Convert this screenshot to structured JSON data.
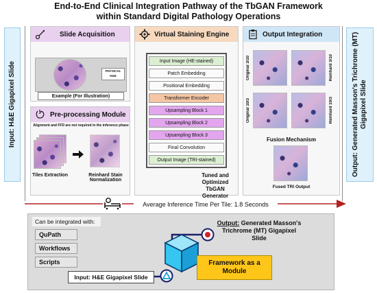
{
  "title": {
    "line1": "End-to-End Clinical Integration Pathway of the TbGAN Framework",
    "line2": "within Standard Digital Pathology Operations"
  },
  "side": {
    "input": "Input: H&E Gigapixel Slide",
    "output": "Output: Generated Masson's Trichrome (MT) Gigapixel Slide"
  },
  "acquisition": {
    "header": "Slide Acquisition",
    "slide_label": "PHYSICAL H&E",
    "caption": "Example (For Illustration)"
  },
  "preprocessing": {
    "header": "Pre-processing Module",
    "note": "Alignment and FFD are not required in the inference phase",
    "tiles_label": "Tiles Extraction",
    "norm_label": "Reinhard Stain Normalization"
  },
  "engine": {
    "header": "Virtual Staining Engine",
    "blocks": [
      "Input Image (HE-stained)",
      "Patch Embedding",
      "Positional Embedding",
      "Transformer Encoder",
      "Upsampling Block 1",
      "Upsampling Block 2",
      "Upsampling Block 3",
      "Final Convolution",
      "Output Image (TRI-stained)"
    ],
    "caption": "Tuned and Optimized TbGAN Generator"
  },
  "integration": {
    "header": "Output Integration",
    "labels": [
      "Original 3/10",
      "Reinhard 3/10",
      "Original 10/3",
      "Reinhard 10/3"
    ],
    "fusion_label": "Fusion Mechanism",
    "fused_label": "Fused TRI Output"
  },
  "timeline": {
    "text": "Average Inference Time Per Tile: 1.8 Seconds"
  },
  "bottom": {
    "integrated_label": "Can be integrated with:",
    "buttons": [
      "QuPath",
      "Workflows",
      "Scripts"
    ],
    "output_prefix": "Output:",
    "output_text": " Generated Masson's Trichrome (MT) Gigapixel Slide",
    "framework": "Framework as a Module",
    "input": "Input: H&E Gigapixel Slide"
  },
  "colors": {
    "pink": "#e9d0ef",
    "orange": "#f6d9bf",
    "blue": "#cfe6f6",
    "engine_block_orange": "#f4c6a5",
    "engine_block_purple": "#e3a6ee",
    "engine_block_green": "#dcefd3",
    "framework_yellow": "#ffc61a",
    "arrow_red": "#b22222",
    "cube_cyan": "#36c6f0"
  },
  "icons": [
    "probe-icon",
    "organ-icon",
    "gear-icon",
    "clipboard-icon",
    "hospital-bed-icon",
    "cube-icon",
    "target-icon",
    "triangle-circle-icon"
  ]
}
